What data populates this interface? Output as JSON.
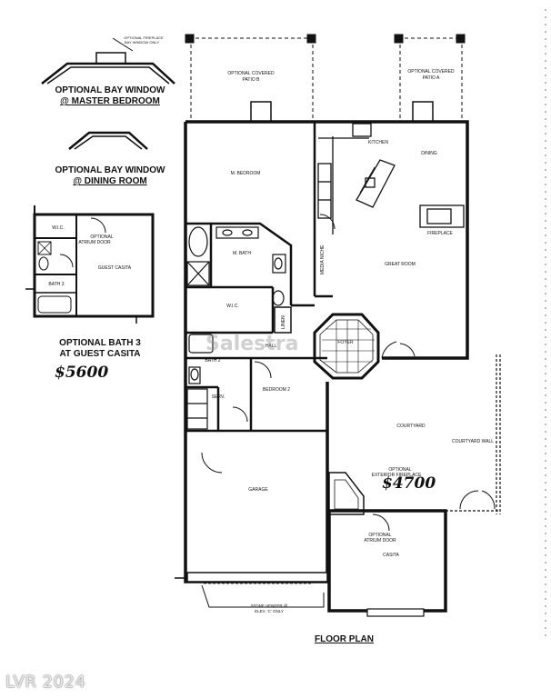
{
  "notes": {
    "bay_master_line1": "OPTIONAL BAY WINDOW",
    "bay_master_line2": "@ MASTER BEDROOM",
    "bay_dining_line1": "OPTIONAL BAY WINDOW",
    "bay_dining_line2": "@ DINING ROOM",
    "bath3_line1": "OPTIONAL BATH 3",
    "bath3_line2": "AT GUEST CASITA",
    "price_bath3": "$5600",
    "price_fireplace": "$4700",
    "fireplace_small_line1": "OPTIONAL FIREPLACE",
    "fireplace_small_line2": "BAY WINDOW ONLY",
    "stone_line1": "STONE VENEER @",
    "stone_line2": "ELEV. 'C' ONLY"
  },
  "rooms": {
    "patio_b_1": "OPTIONAL COVERED",
    "patio_b_2": "PATIO B",
    "patio_a_1": "OPTIONAL COVERED",
    "patio_a_2": "PATIO A",
    "kitchen": "KITCHEN",
    "dining": "DINING",
    "m_bedroom": "M. BEDROOM",
    "m_bath": "M. BATH",
    "wic": "W.I.C.",
    "media_niche": "MEDIA NICHE",
    "great_room": "GREAT ROOM",
    "fireplace": "FIREPLACE",
    "linen": "LINEN",
    "hall": "HALL",
    "foyer": "FOYER",
    "bath2": "BATH 2",
    "bedroom2": "BEDROOM 2",
    "serv": "SERV.",
    "courtyard": "COURTYARD",
    "courtyard_wall": "COURTYARD WALL",
    "ext_fireplace_1": "OPTIONAL",
    "ext_fireplace_2": "EXTERIOR FIREPLACE",
    "garage": "GARAGE",
    "atrium_door_1": "OPTIONAL",
    "atrium_door_2": "ATRIUM DOOR",
    "casita": "CASITA",
    "guest_casita": "GUEST CASITA",
    "guest_wic": "W.I.C.",
    "guest_bath": "BATH 3",
    "floor_plan": "FLOOR PLAN"
  },
  "watermark": {
    "footer": "LVR 2024",
    "center": "Salestra"
  },
  "colors": {
    "ink": "#111111",
    "paper": "#ffffff"
  }
}
